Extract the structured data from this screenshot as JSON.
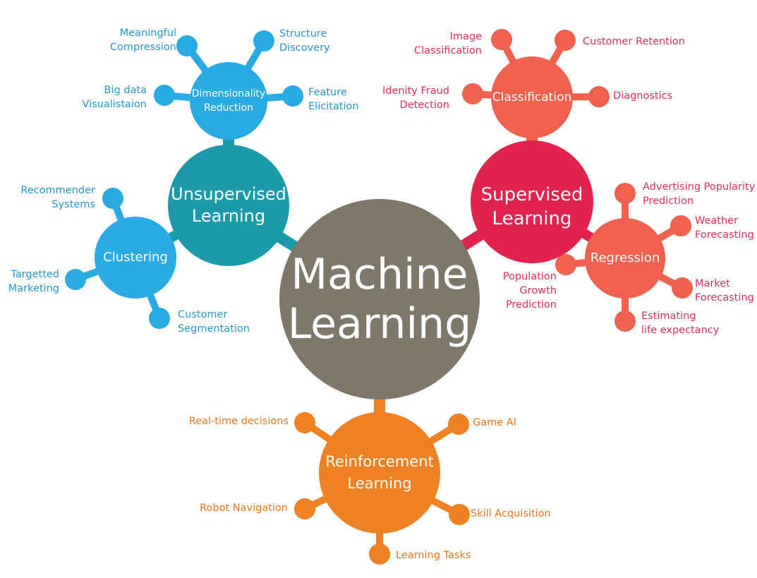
{
  "colors": {
    "center": "#7e786a",
    "unsupervised": "#1b9aaa",
    "sub_blue": "#29aae2",
    "text_blue": "#2797c8",
    "supervised": "#e3224e",
    "sub_coral": "#f06150",
    "text_red": "#e0305a",
    "reinforcement": "#ef8122",
    "text_orange": "#e9781f"
  },
  "center": {
    "line1": "Machine",
    "line2": "Learning"
  },
  "unsupervised": {
    "line1": "Unsupervised",
    "line2": "Learning",
    "dimensionality": {
      "line1": "Dimensionality",
      "line2": "Reduction",
      "leaves": [
        {
          "line1": "Meaningful",
          "line2": "Compression"
        },
        {
          "line1": "Structure",
          "line2": "Discovery"
        },
        {
          "line1": "Big data",
          "line2": "Visualistaion"
        },
        {
          "line1": "Feature",
          "line2": "Elicitation"
        }
      ]
    },
    "clustering": {
      "label": "Clustering",
      "leaves": [
        {
          "line1": "Recommender",
          "line2": "Systems"
        },
        {
          "line1": "Targetted",
          "line2": "Marketing"
        },
        {
          "line1": "Customer",
          "line2": "Segmentation"
        }
      ]
    }
  },
  "supervised": {
    "line1": "Supervised",
    "line2": "Learning",
    "classification": {
      "label": "Classification",
      "leaves": [
        {
          "line1": "Image",
          "line2": "Classification"
        },
        {
          "line1": "Customer Retention"
        },
        {
          "line1": "Idenity Fraud",
          "line2": "Detection"
        },
        {
          "line1": "Diagnostics"
        }
      ]
    },
    "regression": {
      "label": "Regression",
      "leaves": [
        {
          "line1": "Advertising Popularity",
          "line2": "Prediction"
        },
        {
          "line1": "Weather",
          "line2": "Forecasting"
        },
        {
          "line1": "Population",
          "line2": "Growth",
          "line3": "Prediction"
        },
        {
          "line1": "Market",
          "line2": "Forecasting"
        },
        {
          "line1": "Estimating",
          "line2": "life expectancy"
        }
      ]
    }
  },
  "reinforcement": {
    "line1": "Reinforcement",
    "line2": "Learning",
    "leaves": [
      {
        "line1": "Real-time decisions"
      },
      {
        "line1": "Game AI"
      },
      {
        "line1": "Robot Navigation"
      },
      {
        "line1": "Skill Acquisition"
      },
      {
        "line1": "Learning Tasks"
      }
    ]
  }
}
